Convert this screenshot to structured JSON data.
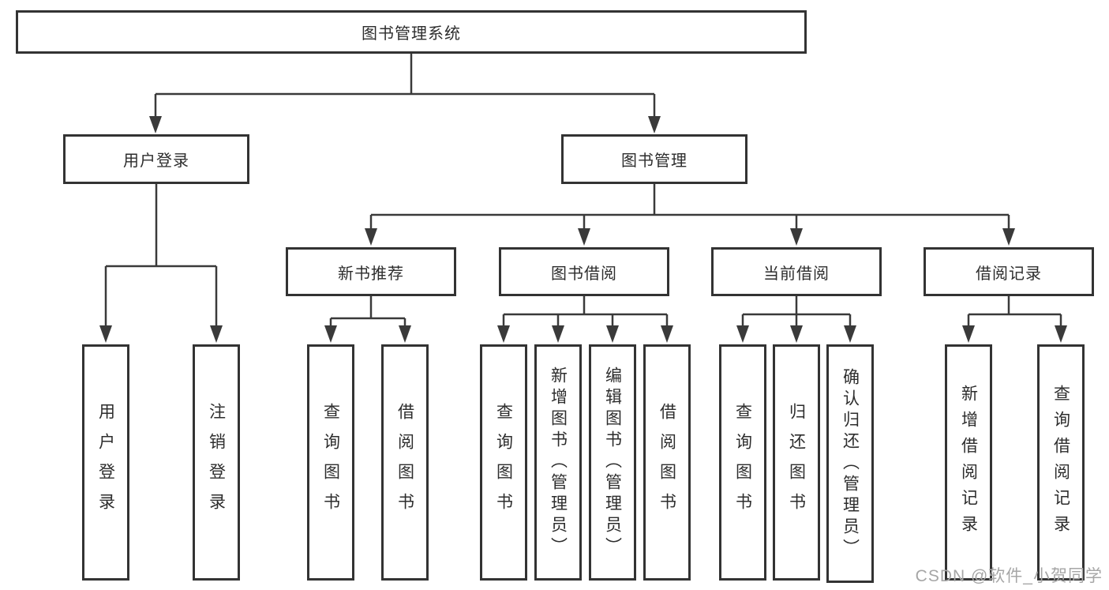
{
  "diagram_title": "图书管理系统",
  "watermark": "CSDN @软件_小贺同学",
  "colors": {
    "line": "#3a3a3a",
    "box_border": "#333333",
    "box_fill": "#ffffff",
    "text": "#2d2d2d",
    "watermark": "#a6a6a6",
    "background": "#ffffff"
  },
  "tree": {
    "root": {
      "label": "图书管理系统"
    },
    "level2": [
      {
        "id": "user-login",
        "label": "用户登录",
        "parent": "图书管理系统"
      },
      {
        "id": "book-management",
        "label": "图书管理",
        "parent": "图书管理系统"
      }
    ],
    "level3": [
      {
        "id": "new-book-recommend",
        "label": "新书推荐",
        "parent": "图书管理"
      },
      {
        "id": "book-borrowing",
        "label": "图书借阅",
        "parent": "图书管理"
      },
      {
        "id": "current-borrowing",
        "label": "当前借阅",
        "parent": "图书管理"
      },
      {
        "id": "borrowing-records",
        "label": "借阅记录",
        "parent": "图书管理"
      }
    ],
    "leaves": [
      {
        "label": "用户登录",
        "parent": "用户登录"
      },
      {
        "label": "注销登录",
        "parent": "用户登录"
      },
      {
        "label": "查询图书",
        "parent": "新书推荐"
      },
      {
        "label": "借阅图书",
        "parent": "新书推荐"
      },
      {
        "label": "查询图书",
        "parent": "图书借阅"
      },
      {
        "label": "新增图书（管理员）",
        "parent": "图书借阅"
      },
      {
        "label": "编辑图书（管理员）",
        "parent": "图书借阅"
      },
      {
        "label": "借阅图书",
        "parent": "图书借阅"
      },
      {
        "label": "查询图书",
        "parent": "当前借阅"
      },
      {
        "label": "归还图书",
        "parent": "当前借阅"
      },
      {
        "label": "确认归还（管理员）",
        "parent": "当前借阅"
      },
      {
        "label": "新增借阅记录",
        "parent": "借阅记录"
      },
      {
        "label": "查询借阅记录",
        "parent": "借阅记录"
      }
    ]
  }
}
